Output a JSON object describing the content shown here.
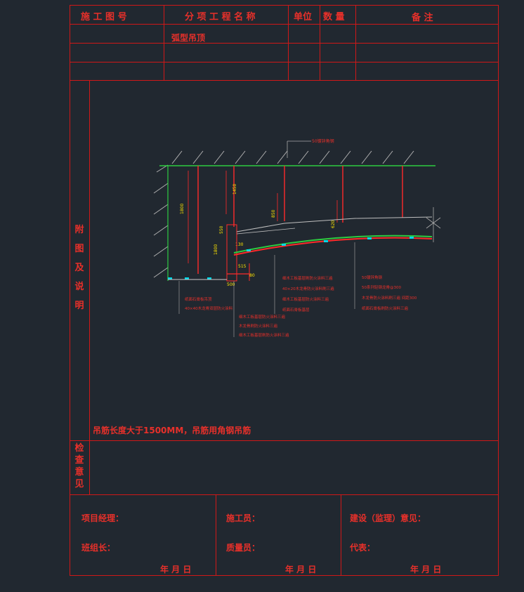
{
  "header": {
    "col_drawing_no": "施 工 图 号",
    "col_item_name": "分 项 工 程 名 称",
    "col_unit": "单位",
    "col_quantity": "数 量",
    "col_remarks": "备  注"
  },
  "rows": [
    {
      "item_name": "弧型吊顶"
    },
    {
      "item_name": ""
    },
    {
      "item_name": ""
    }
  ],
  "side_labels": {
    "attached_figure": [
      "附",
      "图",
      "及",
      "说",
      "明"
    ],
    "inspection": [
      "检",
      "查",
      "意",
      "见"
    ]
  },
  "drawing": {
    "top_label": "50镀锌角钢",
    "dims": [
      "1800",
      "1450",
      "850",
      "620",
      "550",
      "1800",
      "130",
      "515",
      "80",
      "500"
    ],
    "labels_left": [
      "纸面石膏板吊顶",
      "40×40木龙骨双层防火涂料"
    ],
    "labels_center": [
      "细木工板基层刷防火涂料三遍",
      "40×20木龙骨防火涂料刷三遍",
      "细木工板基层防火涂料三遍",
      "纸面石膏板基层"
    ],
    "labels_bottom": [
      "细木工板基层防火涂料三遍",
      "木龙骨刷防火涂料三遍",
      "细木工板基层刷防火涂料三遍"
    ],
    "labels_right": [
      "50镀锌角钢",
      "50系列轻钢龙骨@300",
      "木龙骨防火涂料刷三遍 间距300",
      "纸面石膏板刷防火涂料三遍"
    ]
  },
  "note": "吊筋长度大于1500MM，吊筋用角钢吊筋",
  "signoff": {
    "project_manager": "项目经理：",
    "team_leader": "班组长：",
    "builder": "施工员：",
    "quality_inspector": "质量员：",
    "supervisor_opinion": "建设（监理）意见：",
    "representative": "代表：",
    "date_label": "年  月  日"
  },
  "colors": {
    "line": "#d01818",
    "text": "#e8302a",
    "background": "#212830",
    "ceiling": "#2ecc40",
    "dim": "#ffe600",
    "cyan": "#00d8e8"
  }
}
